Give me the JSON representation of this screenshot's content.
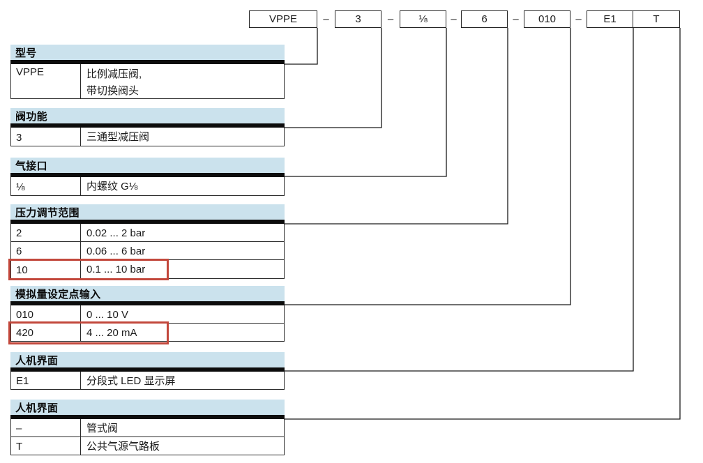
{
  "colors": {
    "header_band": "#cbe2ed",
    "highlight_red": "#c2473b",
    "line": "#1a1a1a"
  },
  "ordering_code": {
    "separator": "–",
    "segments": [
      "VPPE",
      "3",
      "⅛",
      "6",
      "010",
      "E1",
      "T"
    ]
  },
  "tables": [
    {
      "title": "型号",
      "rows": [
        {
          "code": "VPPE",
          "desc": "比例减压阀,\n带切换阀头"
        }
      ]
    },
    {
      "title": "阀功能",
      "rows": [
        {
          "code": "3",
          "desc": "三通型减压阀"
        }
      ]
    },
    {
      "title": "气接口",
      "rows": [
        {
          "code": "⅛",
          "desc": "内螺纹 G⅛"
        }
      ]
    },
    {
      "title": "压力调节范围",
      "rows": [
        {
          "code": "2",
          "desc": "0.02 ... 2 bar"
        },
        {
          "code": "6",
          "desc": "0.06 ... 6 bar"
        },
        {
          "code": "10",
          "desc": "0.1 ... 10 bar",
          "highlighted": true
        }
      ]
    },
    {
      "title": "模拟量设定点输入",
      "rows": [
        {
          "code": "010",
          "desc": "0 ... 10 V"
        },
        {
          "code": "420",
          "desc": "4 ... 20 mA",
          "highlighted": true
        }
      ]
    },
    {
      "title": "人机界面",
      "rows": [
        {
          "code": "E1",
          "desc": "分段式 LED 显示屏"
        }
      ]
    },
    {
      "title": "人机界面",
      "rows": [
        {
          "code": "–",
          "desc": "管式阀"
        },
        {
          "code": "T",
          "desc": "公共气源气路板"
        }
      ]
    }
  ]
}
